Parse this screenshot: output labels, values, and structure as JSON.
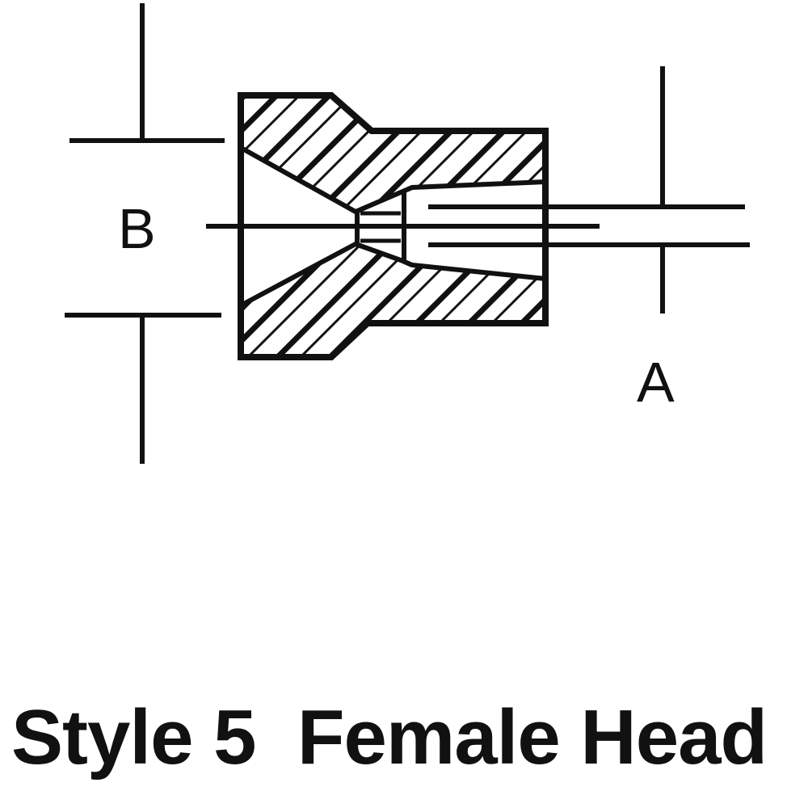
{
  "diagram": {
    "labels": {
      "dimension_a": "A",
      "dimension_b": "B"
    },
    "caption": "Style 5  Female Head",
    "line_color": "#111111",
    "background_color": "#ffffff"
  }
}
